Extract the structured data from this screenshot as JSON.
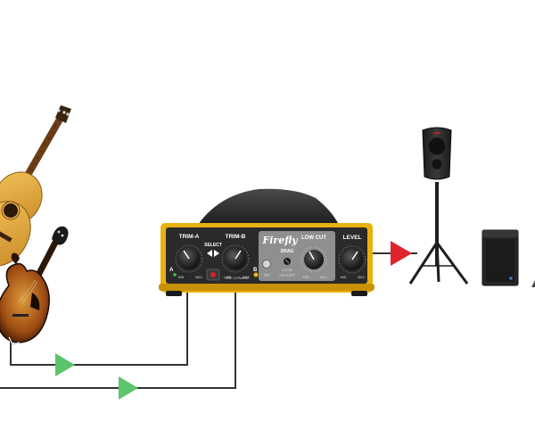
{
  "device": {
    "brand": "Firefly",
    "labels": {
      "trim_a": "TRIM-A",
      "trim_b": "TRIM-B",
      "select": "SELECT",
      "low_cut": "LOW CUT",
      "level": "LEVEL",
      "drag": "DRAG",
      "load_adjust_1": "LOAD",
      "load_adjust_2": "ADJUST",
      "on": "ON",
      "tube_mode": "TUBE / DYNAMIC",
      "channel_a": "A",
      "channel_b": "B",
      "min": "MIN",
      "max": "MAX"
    },
    "colors": {
      "body": "#e8b10f",
      "panel": "#2a2a2a",
      "drag_panel": "#8e8f91",
      "led_green": "#3ec43e",
      "led_red": "#d62020"
    }
  },
  "connections": {
    "input_arrow_color": "#5cc46a",
    "output_arrow_color": "#e0242c",
    "cable_color": "#333333"
  },
  "icons": [
    "acoustic-guitar-icon",
    "mandolin-icon",
    "pa-speaker-icon",
    "subwoofer-icon"
  ]
}
